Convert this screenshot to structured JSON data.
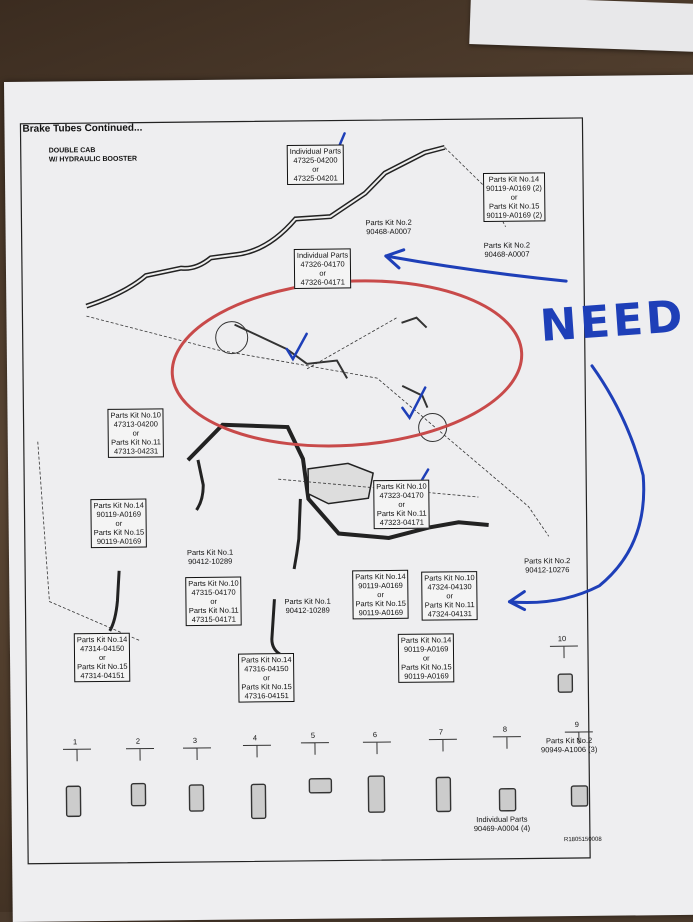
{
  "title": "Brake Tubes Continued...",
  "subtitle": [
    "DOUBLE CAB",
    "W/ HYDRAULIC BOOSTER"
  ],
  "handwritten": "NEED",
  "callouts": [
    {
      "id": "c1",
      "text": "Individual Parts\n47325-04200\nor\n47325-04201",
      "boxed": true
    },
    {
      "id": "c2",
      "text": "Parts Kit No.14\n90119-A0169 (2)\nor\nParts Kit No.15\n90119-A0169 (2)",
      "boxed": true
    },
    {
      "id": "c3",
      "text": "Parts Kit No.2\n90468-A0007",
      "boxed": false
    },
    {
      "id": "c4",
      "text": "Parts Kit No.2\n90468-A0007",
      "boxed": false
    },
    {
      "id": "c5",
      "text": "Individual Parts\n47326-04170\nor\n47326-04171",
      "boxed": true
    },
    {
      "id": "c6",
      "text": "Parts Kit No.10\n47313-04200\nor\nParts Kit No.11\n47313-04231",
      "boxed": true
    },
    {
      "id": "c7",
      "text": "Parts Kit No.10\n47323-04170\nor\nParts Kit No.11\n47323-04171",
      "boxed": true
    },
    {
      "id": "c8",
      "text": "Parts Kit No.14\n90119-A0169\nor\nParts Kit No.15\n90119-A0169",
      "boxed": true
    },
    {
      "id": "c9",
      "text": "Parts Kit No.1\n90412-10289",
      "boxed": false
    },
    {
      "id": "c10",
      "text": "Parts Kit No.2\n90412-10276",
      "boxed": false
    },
    {
      "id": "c11",
      "text": "Parts Kit No.10\n47315-04170\nor\nParts Kit No.11\n47315-04171",
      "boxed": true
    },
    {
      "id": "c12",
      "text": "Parts Kit No.1\n90412-10289",
      "boxed": false
    },
    {
      "id": "c13",
      "text": "Parts Kit No.14\n90119-A0169\nor\nParts Kit No.15\n90119-A0169",
      "boxed": true
    },
    {
      "id": "c14",
      "text": "Parts Kit No.10\n47324-04130\nor\nParts Kit No.11\n47324-04131",
      "boxed": true
    },
    {
      "id": "c15",
      "text": "Parts Kit No.14\n47314-04150\nor\nParts Kit No.15\n47314-04151",
      "boxed": true
    },
    {
      "id": "c16",
      "text": "Parts Kit No.14\n47316-04150\nor\nParts Kit No.15\n47316-04151",
      "boxed": true
    },
    {
      "id": "c17",
      "text": "Parts Kit No.14\n90119-A0169\nor\nParts Kit No.15\n90119-A0169",
      "boxed": true
    },
    {
      "id": "c18",
      "text": "Parts Kit No.2\n90949-A1006 (3)",
      "boxed": false
    },
    {
      "id": "c19",
      "text": "Individual Parts\n90469-A0004 (4)",
      "boxed": false
    }
  ],
  "clip_numbers": [
    "1",
    "2",
    "3",
    "4",
    "5",
    "6",
    "7",
    "8",
    "9",
    "10"
  ],
  "drawing_code": "R1805150008",
  "colors": {
    "ink": "#111111",
    "pen_blue": "#1e3fb8",
    "circle_red": "#c84a4a",
    "paper": "#eeeef0"
  }
}
